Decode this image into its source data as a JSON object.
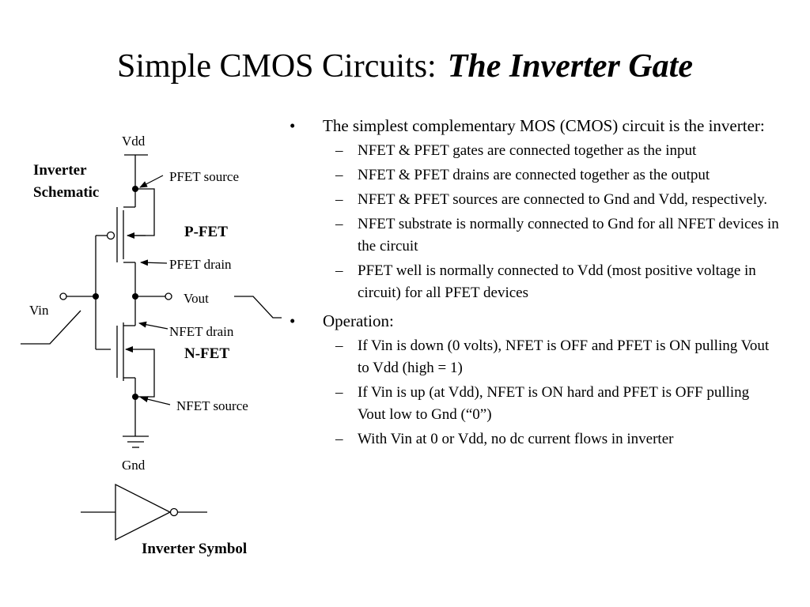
{
  "title": {
    "main": "Simple CMOS Circuits:",
    "emphasis": "The Inverter Gate"
  },
  "schematic": {
    "heading_line1": "Inverter",
    "heading_line2": "Schematic",
    "vdd": "Vdd",
    "gnd": "Gnd",
    "vin": "Vin",
    "vout": "Vout",
    "pfet_source": "PFET source",
    "pfet_drain": "PFET drain",
    "nfet_drain": "NFET drain",
    "nfet_source": "NFET source",
    "pfet_label": "P-FET",
    "nfet_label": "N-FET",
    "symbol_caption": "Inverter Symbol"
  },
  "bullets": [
    {
      "text": "The simplest complementary MOS (CMOS) circuit is the inverter:",
      "subs": [
        "NFET & PFET gates are connected together as the input",
        "NFET & PFET drains are connected together as the output",
        "NFET & PFET sources are connected to Gnd and Vdd, respectively.",
        "NFET substrate is normally connected to Gnd for all NFET devices in the circuit",
        "PFET well is normally connected to Vdd (most positive voltage in circuit) for all PFET devices"
      ]
    },
    {
      "text": "Operation:",
      "subs": [
        "If Vin is down (0 volts), NFET is OFF and PFET is ON pulling Vout to Vdd (high = 1)",
        "If Vin is up (at Vdd), NFET is ON hard and PFET is OFF pulling Vout low to Gnd (“0”)",
        "With Vin at 0 or Vdd, no dc current flows in inverter"
      ]
    }
  ],
  "markers": {
    "level1": "•",
    "level2": "–"
  }
}
